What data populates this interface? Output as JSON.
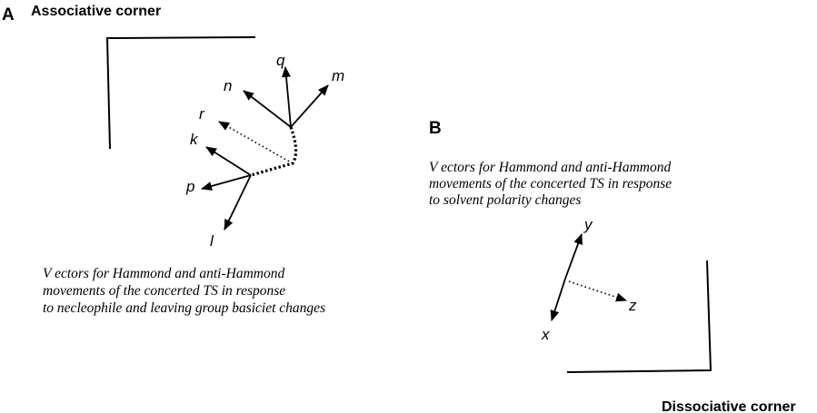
{
  "panel_a": {
    "letter": "A",
    "corner_title": "Associative corner",
    "vectors": {
      "q": "q",
      "n": "n",
      "m": "m",
      "r": "r",
      "k": "k",
      "p": "p",
      "l": "l"
    },
    "caption": [
      "V ectors for Hammond and anti-Hammond",
      "movements of the concerted TS in response",
      "to necleophile and leaving group basiciet changes"
    ]
  },
  "panel_b": {
    "letter": "B",
    "corner_title": "Dissociative corner",
    "vectors": {
      "y": "y",
      "x": "x",
      "z": "z"
    },
    "caption": [
      "V ectors for Hammond and anti-Hammond",
      "movements of the concerted TS in response",
      "to solvent polarity changes"
    ]
  }
}
